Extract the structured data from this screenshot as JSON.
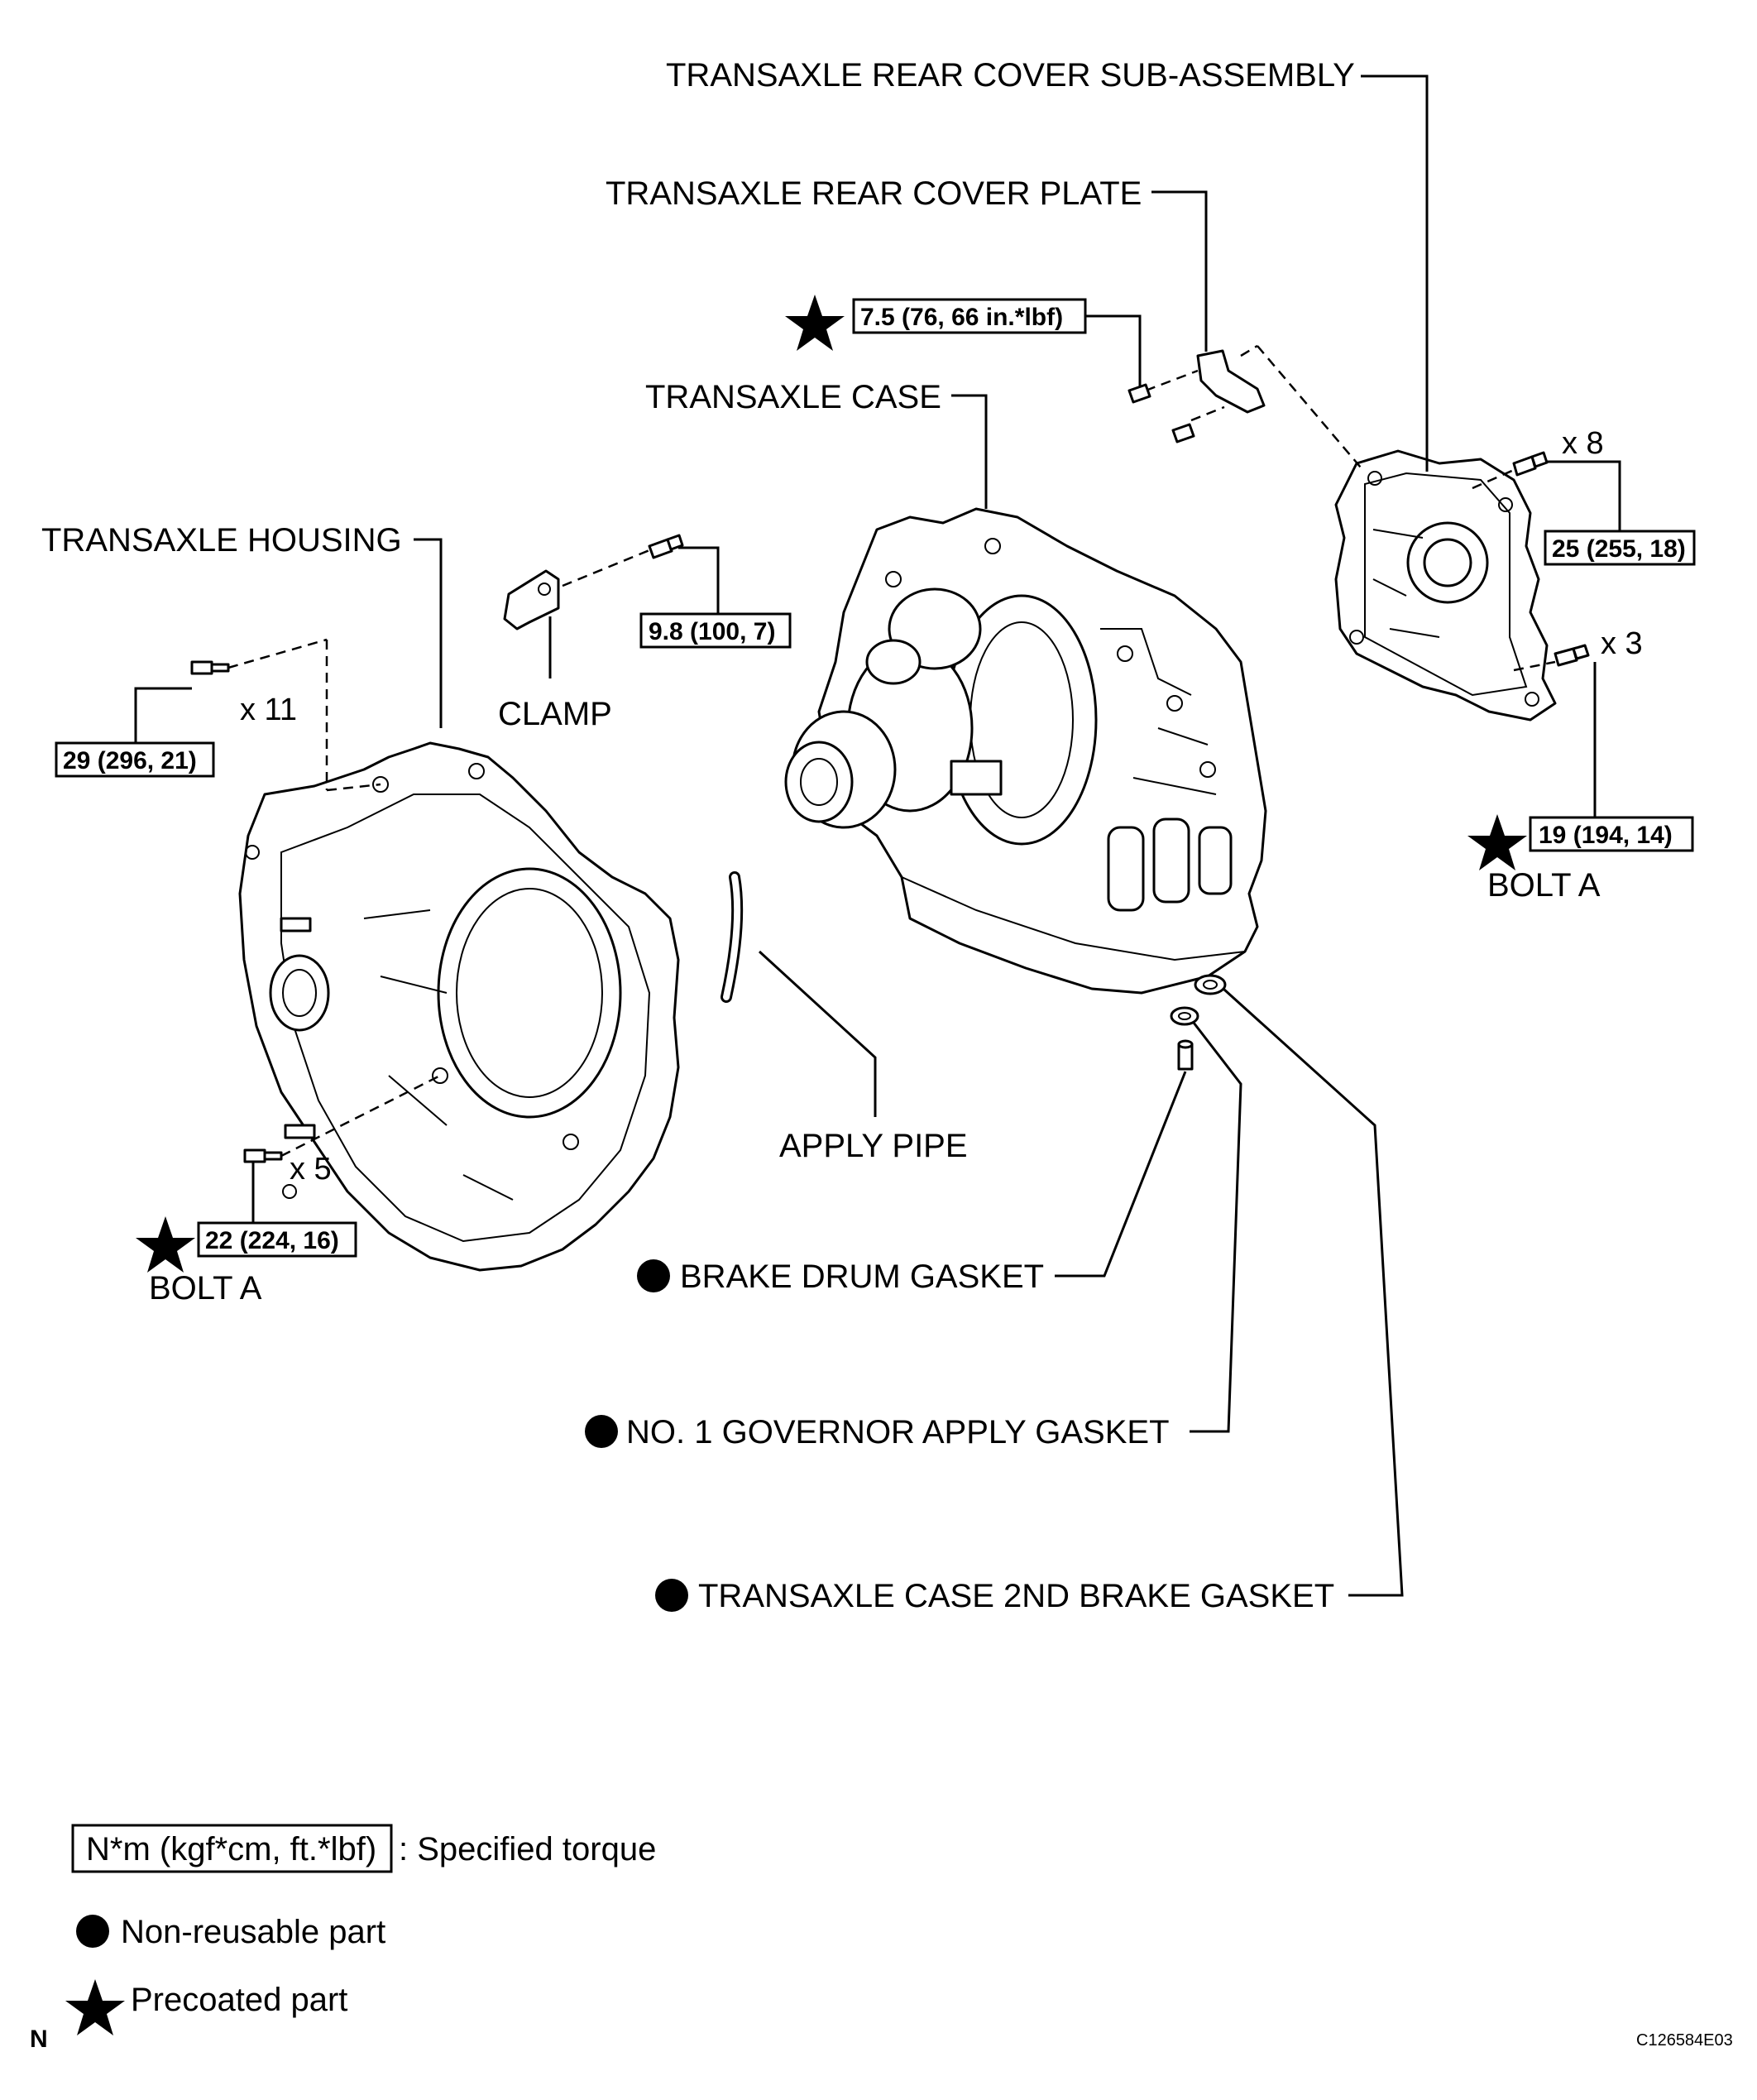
{
  "labels": {
    "rear_cover_sub_assembly": "TRANSAXLE REAR COVER SUB-ASSEMBLY",
    "rear_cover_plate": "TRANSAXLE REAR COVER PLATE",
    "transaxle_case": "TRANSAXLE CASE",
    "transaxle_housing": "TRANSAXLE HOUSING",
    "clamp": "CLAMP",
    "apply_pipe": "APPLY PIPE",
    "brake_drum_gasket": "BRAKE DRUM GASKET",
    "governor_apply_gasket": "NO. 1 GOVERNOR APPLY GASKET",
    "case_2nd_brake_gasket": "TRANSAXLE CASE 2ND BRAKE GASKET",
    "bolt_a_left": "BOLT A",
    "bolt_a_right": "BOLT A"
  },
  "torques": {
    "rear_cover_plate": "7.5 (76, 66 in.*lbf)",
    "rear_cover": "25 (255, 18)",
    "clamp": "9.8 (100, 7)",
    "housing_upper": "29 (296, 21)",
    "bolt_a_right": "19 (194, 14)",
    "bolt_a_left": "22 (224, 16)"
  },
  "quantities": {
    "rear_cover_bolts": "x 8",
    "bolt_a_right": "x 3",
    "housing_upper_bolts": "x 11",
    "bolt_a_left": "x 5"
  },
  "legend": {
    "torque_box": "N*m (kgf*cm, ft.*lbf)",
    "torque_text": ": Specified torque",
    "non_reusable": "Non-reusable part",
    "precoated": "Precoated part"
  },
  "footer": {
    "corner_mark": "N",
    "figure_code": "C126584E03"
  }
}
